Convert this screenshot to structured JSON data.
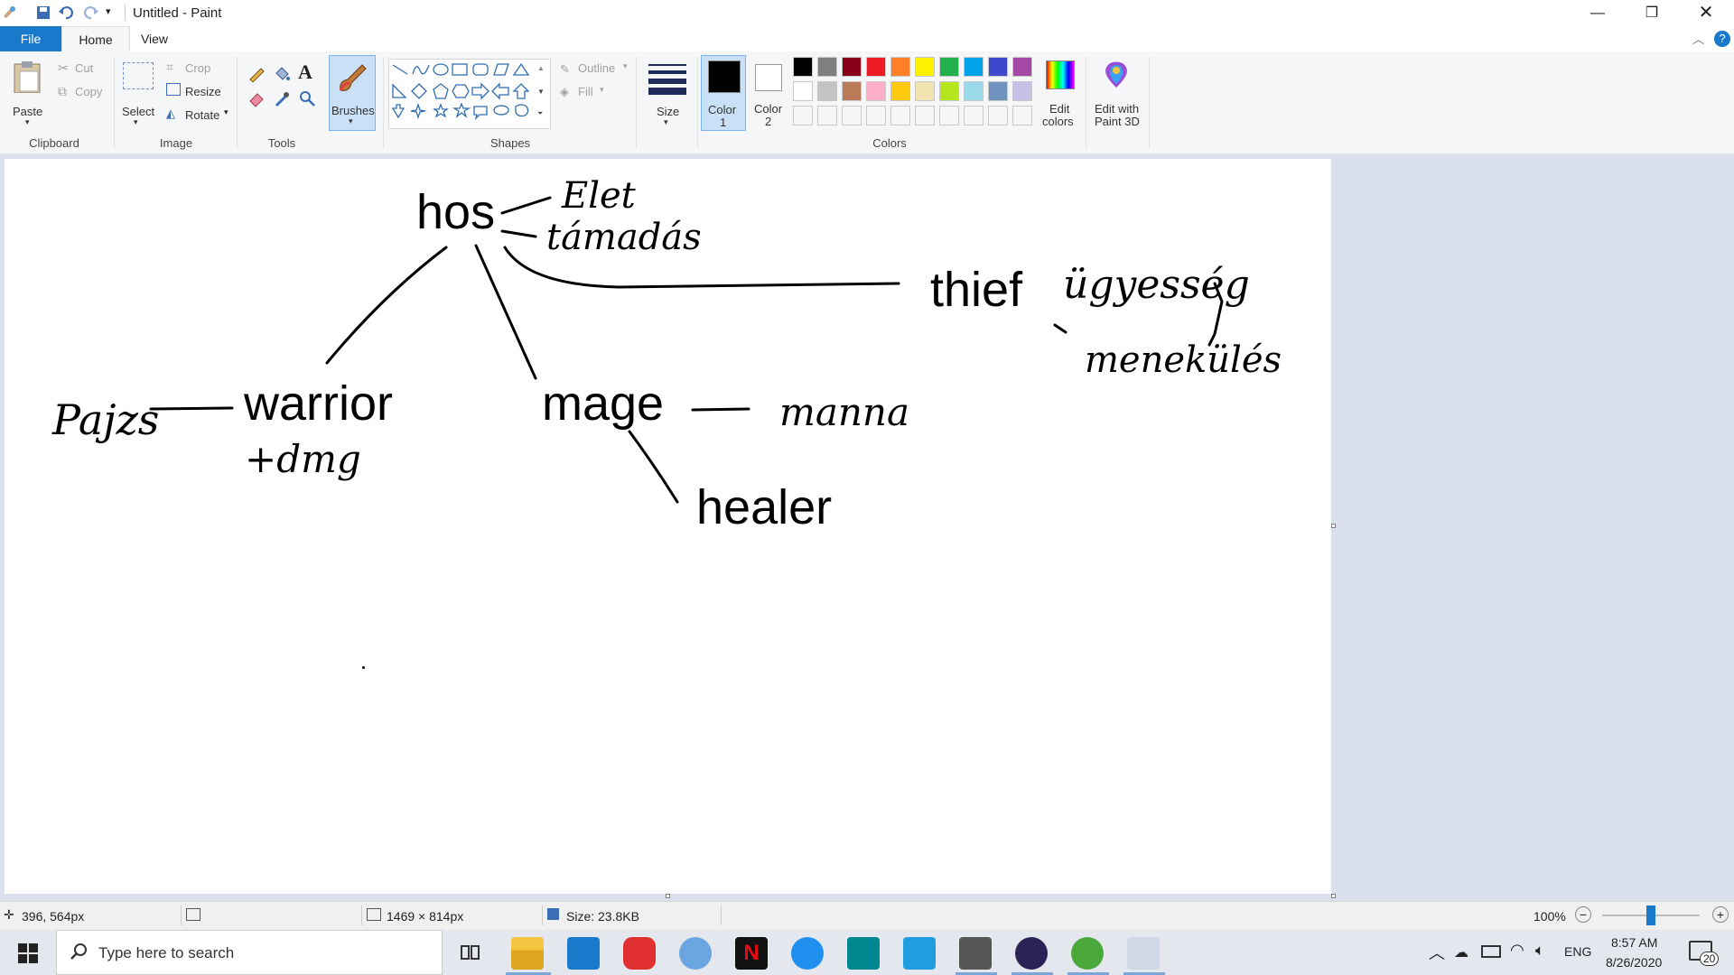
{
  "window": {
    "title": "Untitled - Paint"
  },
  "menu": {
    "file": "File",
    "home": "Home",
    "view": "View"
  },
  "clipboard": {
    "paste": "Paste",
    "cut": "Cut",
    "copy": "Copy",
    "group": "Clipboard"
  },
  "image": {
    "select": "Select",
    "crop": "Crop",
    "resize": "Resize",
    "rotate": "Rotate",
    "group": "Image"
  },
  "tools": {
    "group": "Tools",
    "brushes": "Brushes"
  },
  "shapes": {
    "group": "Shapes",
    "outline": "Outline",
    "fill": "Fill"
  },
  "size": {
    "label": "Size"
  },
  "colors": {
    "color1": "Color\n1",
    "color1_a": "Color",
    "color1_b": "1",
    "color2_a": "Color",
    "color2_b": "2",
    "edit_a": "Edit",
    "edit_b": "colors",
    "paint3d_a": "Edit with",
    "paint3d_b": "Paint 3D",
    "group": "Colors",
    "palette_row1": [
      "#000000",
      "#7f7f7f",
      "#880015",
      "#ed1c24",
      "#ff7f27",
      "#fff200",
      "#22b14c",
      "#00a2e8",
      "#3f48cc",
      "#a349a4"
    ],
    "palette_row2": [
      "#ffffff",
      "#c3c3c3",
      "#b97a57",
      "#ffaec9",
      "#ffc90e",
      "#efe4b0",
      "#b5e61d",
      "#99d9ea",
      "#7092be",
      "#c8bfe7"
    ]
  },
  "canvas_text": {
    "hos": "hos",
    "thief": "thief",
    "warrior": "warrior",
    "mage": "mage",
    "healer": "healer",
    "elet": "Elet",
    "tamadas": "támadás",
    "ugyesseg": "ügyesség",
    "menekules": "menekülés",
    "pajzs": "Pajzs",
    "dmg": "+dmg",
    "manna": "manna"
  },
  "status": {
    "cursor": "396, 564px",
    "dimensions": "1469 × 814px",
    "size": "Size: 23.8KB",
    "zoom": "100%"
  },
  "taskbar": {
    "search_placeholder": "Type here to search",
    "lang": "ENG",
    "time": "8:57 AM",
    "date": "8/26/2020",
    "notifications": "20"
  }
}
